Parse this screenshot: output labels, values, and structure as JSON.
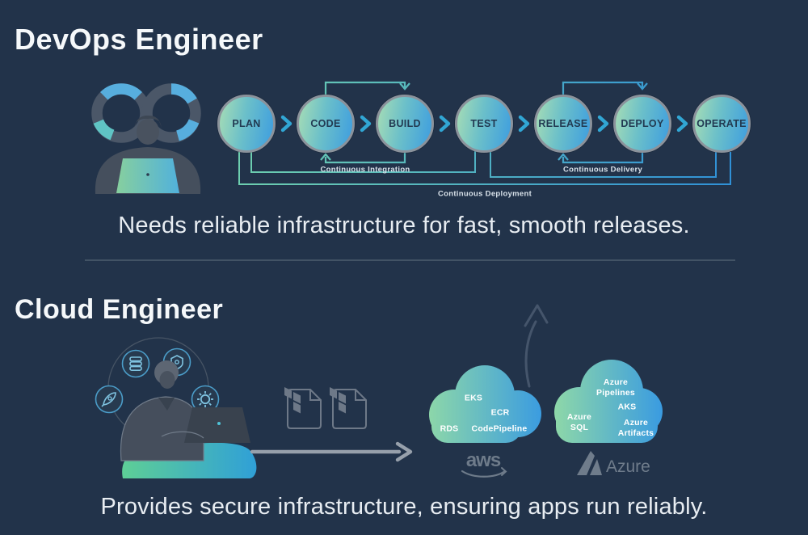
{
  "palette": {
    "background": "#22334a",
    "accent_green": "#8ed8a8",
    "accent_blue": "#3b9ce0",
    "accent_teal": "#35a8cf",
    "gray_logo": "#6e7b8a",
    "stage_text": "#223a52"
  },
  "devops": {
    "title": "DevOps Engineer",
    "caption": "Needs reliable infrastructure for fast, smooth releases.",
    "stages": [
      "PLAN",
      "CODE",
      "BUILD",
      "TEST",
      "RELEASE",
      "DEPLOY",
      "OPERATE"
    ],
    "loops": {
      "integration": "Continuous Integration",
      "delivery": "Continuous Delivery",
      "deployment": "Continuous Deployment"
    }
  },
  "cloud": {
    "title": "Cloud Engineer",
    "caption": "Provides secure infrastructure, ensuring apps run reliably.",
    "aws": {
      "logo": "aws",
      "services": [
        "EKS",
        "ECR",
        "RDS",
        "CodePipeline"
      ]
    },
    "azure": {
      "logo": "Azure",
      "services": [
        "Azure Pipelines",
        "AKS",
        "Azure SQL",
        "Azure Artifacts"
      ]
    }
  }
}
